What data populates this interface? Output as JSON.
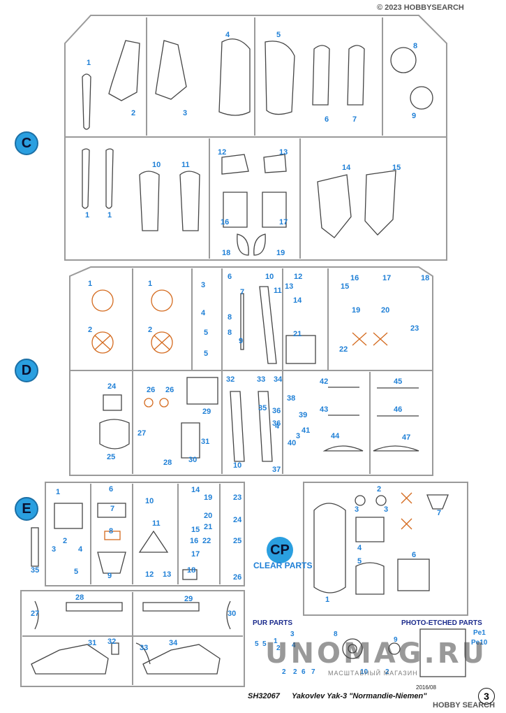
{
  "sprues": {
    "C": "C",
    "D": "D",
    "E": "E",
    "CP": "CP"
  },
  "captions": {
    "clear_parts": "CLEAR PARTS",
    "pur_parts": "PUR PARTS",
    "photo_etched_parts": "PHOTO-ETCHED PARTS",
    "pe1": "Pe1",
    "pe10": "Pe10"
  },
  "footer": {
    "code": "SH32067",
    "title": "Yakovlev Yak-3 \"Normandie-Niemen\"",
    "date": "2016/08",
    "page": "3"
  },
  "watermark": {
    "brand": "UNOMAG.RU",
    "tagline": "МАСШТАБНЫЙ МАГАЗИН",
    "corner_top": "© 2023 HOBBYSEARCH",
    "corner_bottom": "HOBBY SEARCH"
  },
  "part_numbers": {
    "C": [
      "1",
      "2",
      "3",
      "4",
      "5",
      "6",
      "7",
      "8",
      "9",
      "1",
      "1",
      "10",
      "11",
      "12",
      "13",
      "14",
      "15",
      "16",
      "17",
      "18",
      "19"
    ],
    "D": [
      "1",
      "1",
      "2",
      "2",
      "3",
      "4",
      "5",
      "5",
      "6",
      "7",
      "8",
      "8",
      "9",
      "10",
      "11",
      "12",
      "13",
      "14",
      "15",
      "16",
      "17",
      "18",
      "19",
      "20",
      "21",
      "22",
      "23",
      "24",
      "25",
      "26",
      "26",
      "27",
      "28",
      "29",
      "30",
      "31",
      "32",
      "33",
      "34",
      "35",
      "36",
      "36",
      "37",
      "38",
      "39",
      "40",
      "41",
      "42",
      "43",
      "44",
      "45",
      "46",
      "47",
      "3",
      "4",
      "10"
    ],
    "E": [
      "1",
      "2",
      "3",
      "4",
      "5",
      "6",
      "7",
      "8",
      "9",
      "10",
      "11",
      "12",
      "13",
      "14",
      "15",
      "16",
      "17",
      "18",
      "19",
      "20",
      "21",
      "22",
      "23",
      "24",
      "25",
      "26",
      "27",
      "28",
      "29",
      "30",
      "31",
      "32",
      "33",
      "34",
      "35"
    ],
    "CP": [
      "1",
      "2",
      "3",
      "3",
      "4",
      "5",
      "6",
      "7"
    ],
    "PUR": [
      "5",
      "5",
      "1",
      "2",
      "3",
      "4",
      "2",
      "2",
      "6",
      "7",
      "8",
      "9",
      "10",
      "2"
    ]
  }
}
